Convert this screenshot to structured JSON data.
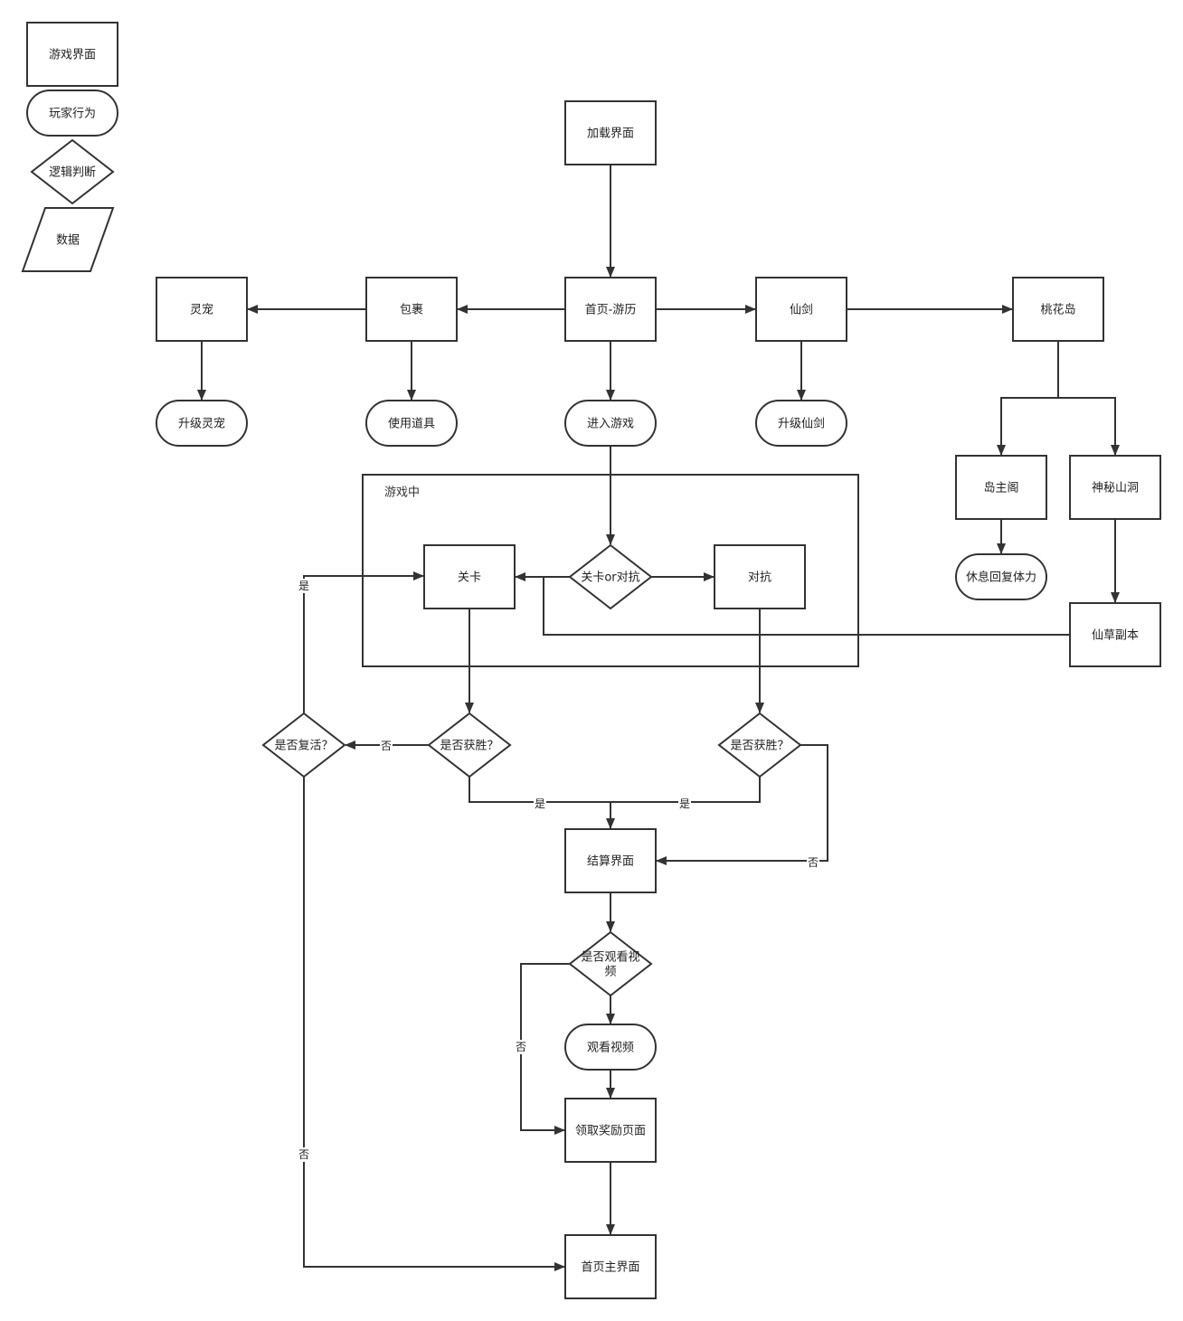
{
  "legend": {
    "screen": "游戏界面",
    "action": "玩家行为",
    "decision": "逻辑判断",
    "data": "数据"
  },
  "group": {
    "label": "游戏中"
  },
  "nodes": {
    "loading": "加载界面",
    "home_travel": "首页-游历",
    "pet": "灵宠",
    "bag": "包裹",
    "sword": "仙剑",
    "peach_island": "桃花岛",
    "upgrade_pet": "升级灵宠",
    "use_item": "使用道具",
    "enter_game": "进入游戏",
    "upgrade_sword": "升级仙剑",
    "island_pavilion": "岛主阁",
    "mystery_cave": "神秘山洞",
    "rest_recover": "休息回复体力",
    "herb_dungeon": "仙草副本",
    "level": "关卡",
    "level_or_pvp": "关卡or对抗",
    "pvp": "对抗",
    "revive_q": "是否复活？",
    "win_q_level": "是否获胜？",
    "win_q_pvp": "是否获胜？",
    "settlement": "结算界面",
    "watch_video_q_line1": "是否观看视",
    "watch_video_q_line2": "频",
    "watch_video": "观看视频",
    "reward_page": "领取奖励页面",
    "home_main": "首页主界面"
  },
  "edge_labels": {
    "revive_yes": "是",
    "level_lose_no": "否",
    "level_win_yes": "是",
    "pvp_win_yes": "是",
    "pvp_lose_no": "否",
    "skip_video_no": "否",
    "no_revive_no": "否"
  }
}
